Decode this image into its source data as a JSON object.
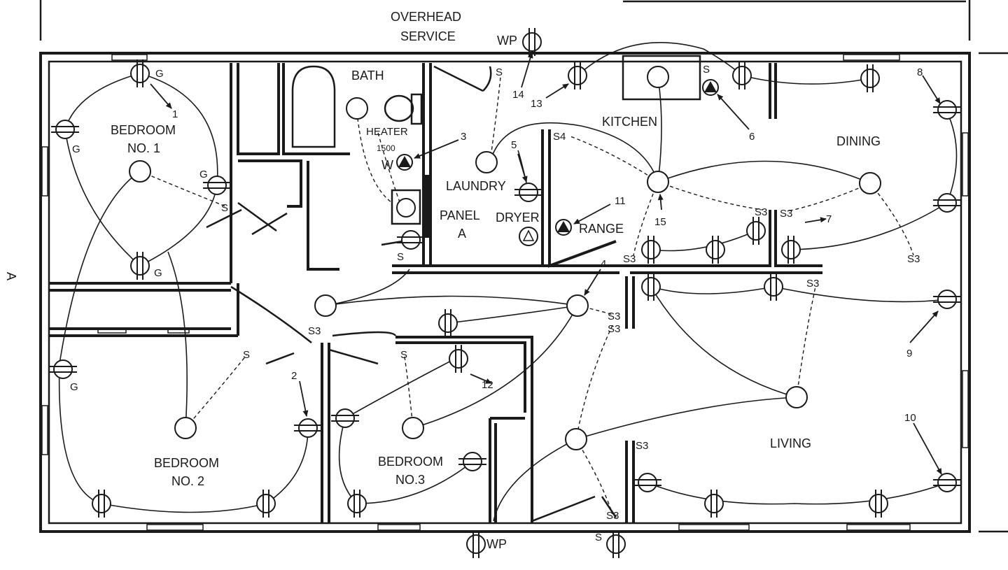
{
  "rooms": {
    "bath": "BATH",
    "kitchen": "KITCHEN",
    "dining": "DINING",
    "laundry": "LAUNDRY",
    "living": "LIVING",
    "bedroom1": [
      "BEDROOM",
      "NO. 1"
    ],
    "bedroom2": [
      "BEDROOM",
      "NO. 2"
    ],
    "bedroom3": [
      "BEDROOM",
      "NO.3"
    ]
  },
  "service": [
    "OVERHEAD",
    "SERVICE"
  ],
  "heater": [
    "HEATER",
    "1500",
    "W"
  ],
  "panel": [
    "PANEL",
    "A"
  ],
  "appliances": {
    "dryer": "DRYER",
    "range": "RANGE"
  },
  "side_mark": "A",
  "wp": "WP",
  "g": "G",
  "switch_labels": {
    "s": "S",
    "s3": "S3",
    "s4": "S4"
  },
  "circuit_numbers": [
    "1",
    "2",
    "3",
    "4",
    "5",
    "6",
    "7",
    "8",
    "9",
    "10",
    "11",
    "12",
    "13",
    "14",
    "15"
  ]
}
